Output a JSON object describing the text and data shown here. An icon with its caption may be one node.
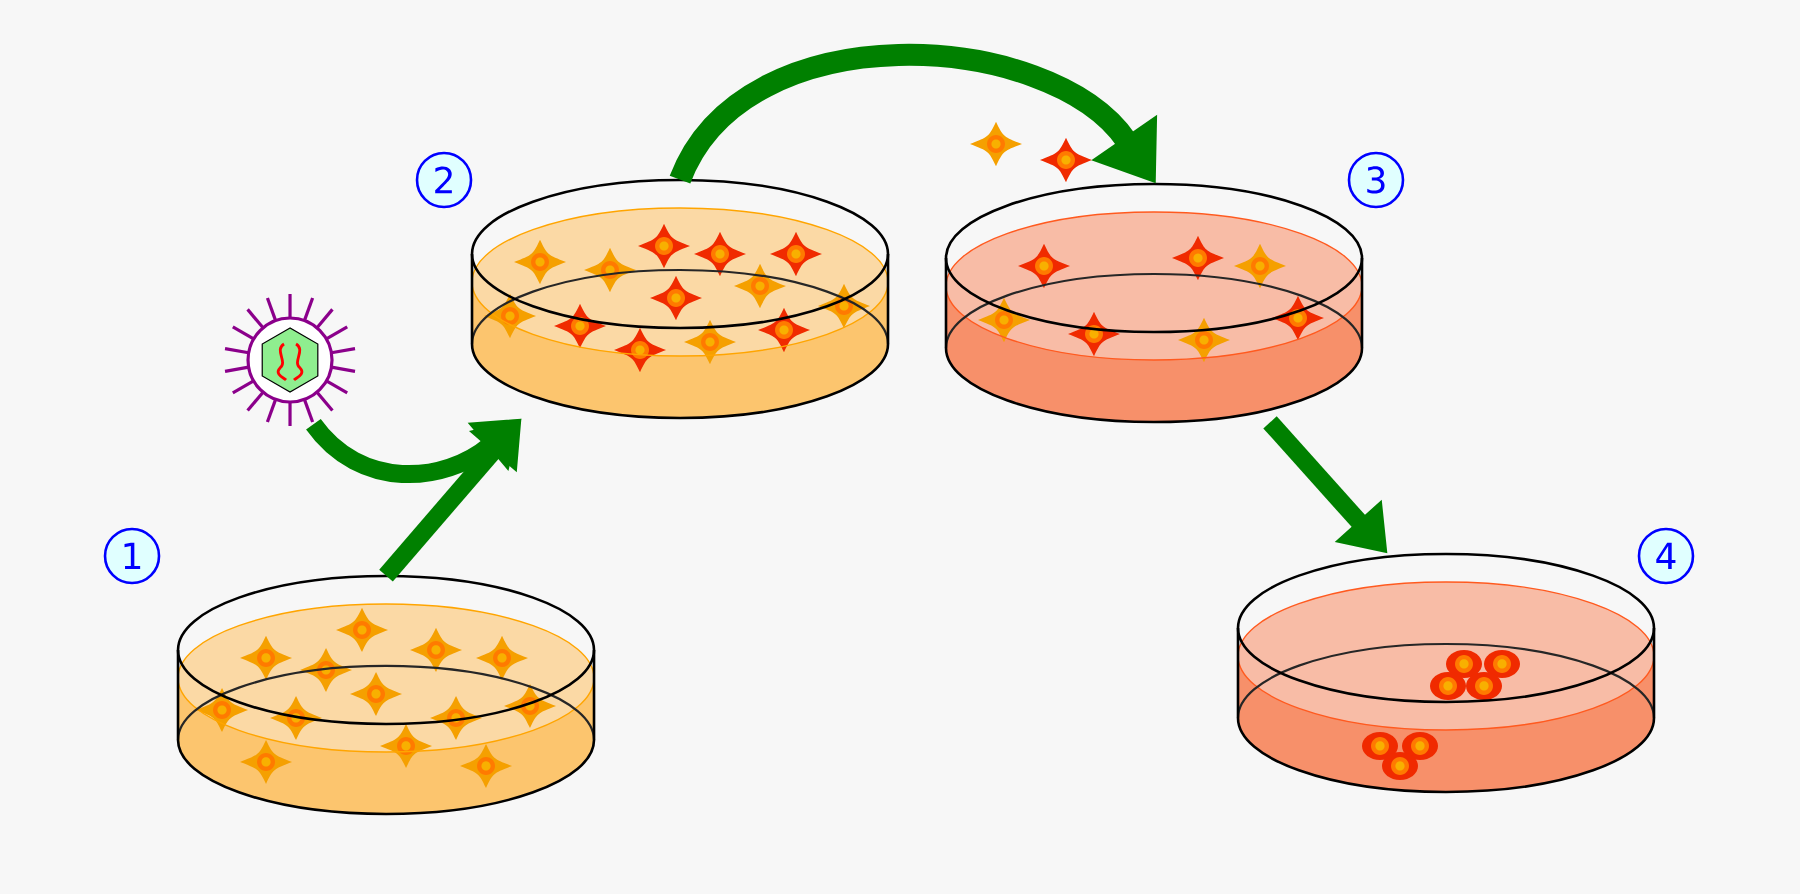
{
  "diagram": {
    "nodes": [
      {
        "text": [],
        "shape": "picture",
        "beside": [
          "1"
        ]
      },
      {
        "text": [],
        "shape": "picture"
      },
      {
        "text": [],
        "shape": "picture",
        "beside": [
          "2"
        ]
      },
      {
        "text": [],
        "shape": "picture",
        "beside": [
          "3"
        ]
      },
      {
        "text": [],
        "shape": "picture",
        "beside": [
          "4"
        ]
      }
    ],
    "edges": [
      {
        "from": 0,
        "to": 2,
        "arrow": "to"
      },
      {
        "from": 1,
        "to": 2,
        "arrow": "to"
      },
      {
        "from": 2,
        "to": 3,
        "arrow": "to"
      },
      {
        "from": 3,
        "to": 4,
        "arrow": "to"
      }
    ]
  }
}
